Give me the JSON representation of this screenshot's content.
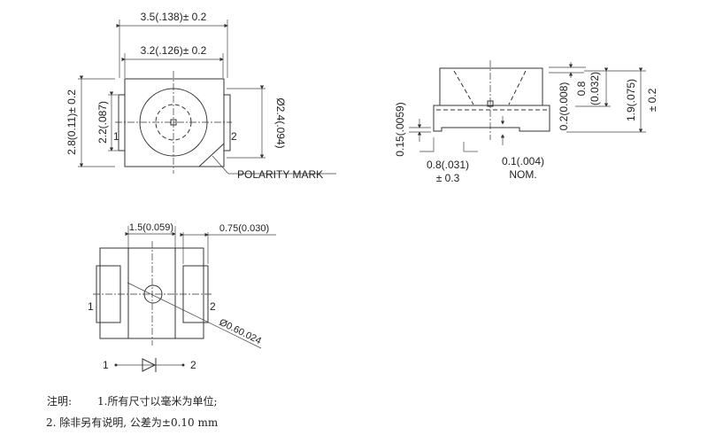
{
  "top_view": {
    "width_outer": "3.5(.138)± 0.2",
    "width_inner": "3.2(.126)± 0.2",
    "height_outer": "2.8(0.11)± 0.2",
    "height_pad": "2.2(.087)",
    "lens_diameter": "Ø2.4(.094)",
    "pin1": "1",
    "pin2": "2",
    "polarity_label": "POLARITY MARK"
  },
  "side_view": {
    "standoff": "0.15(.0059)",
    "pad_length": "0.8(.031)",
    "pad_tol": "± 0.3",
    "gap": "0.1(.004)",
    "gap_note": "NOM.",
    "base_offset": "0.2(0.008)",
    "lens_height": "0.8",
    "lens_height_in": "(0.032)",
    "total_height": "1.9(.075)",
    "total_tol": "± 0.2"
  },
  "bottom_view": {
    "pad_spacing": "1.5(0.059)",
    "pad_width": "0.75(0.030)",
    "hole_diameter": "Ø0.60.024",
    "pin1": "1",
    "pin2": "2"
  },
  "symbol": {
    "pin1": "1",
    "pin2": "2"
  },
  "notes": {
    "line1_label": "注明:",
    "line1_text": "1.所有尺寸以毫米为单位;",
    "line2_text": "2. 除非另有说明, 公差为±0.10 mm"
  }
}
